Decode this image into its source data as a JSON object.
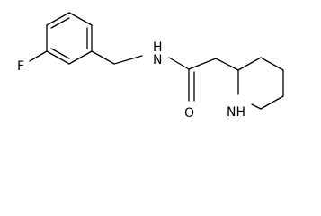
{
  "molecule": {
    "atoms": {
      "fluorine": "F",
      "amide_nitrogen": "N",
      "amide_hydrogen": "H",
      "carbonyl_oxygen": "O",
      "ring_amine": "NH"
    }
  }
}
